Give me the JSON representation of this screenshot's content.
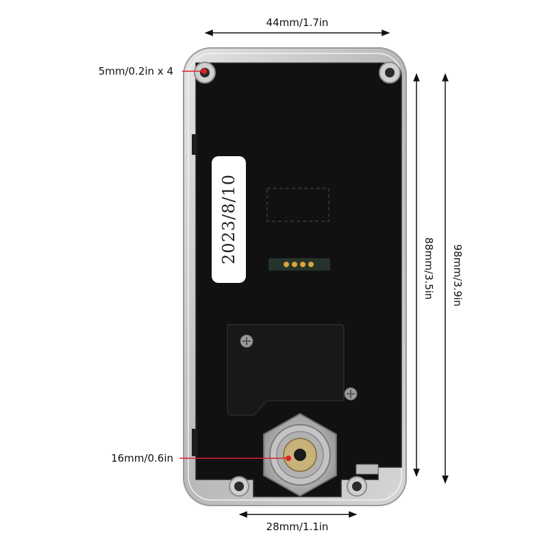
{
  "dimensions": {
    "top_width": "44mm/1.7in",
    "hole_diameter": "5mm/0.2in x 4",
    "panel_height": "88mm/3.5in",
    "total_height": "98mm/3.9in",
    "cylinder_diameter": "16mm/0.6in",
    "bottom_width": "28mm/1.1in"
  },
  "label": {
    "date": "2023/8/10"
  },
  "colors": {
    "marker": "#e0202a",
    "arrow": "#111111",
    "casing": "#c9c9c9",
    "panel": "#111113"
  }
}
